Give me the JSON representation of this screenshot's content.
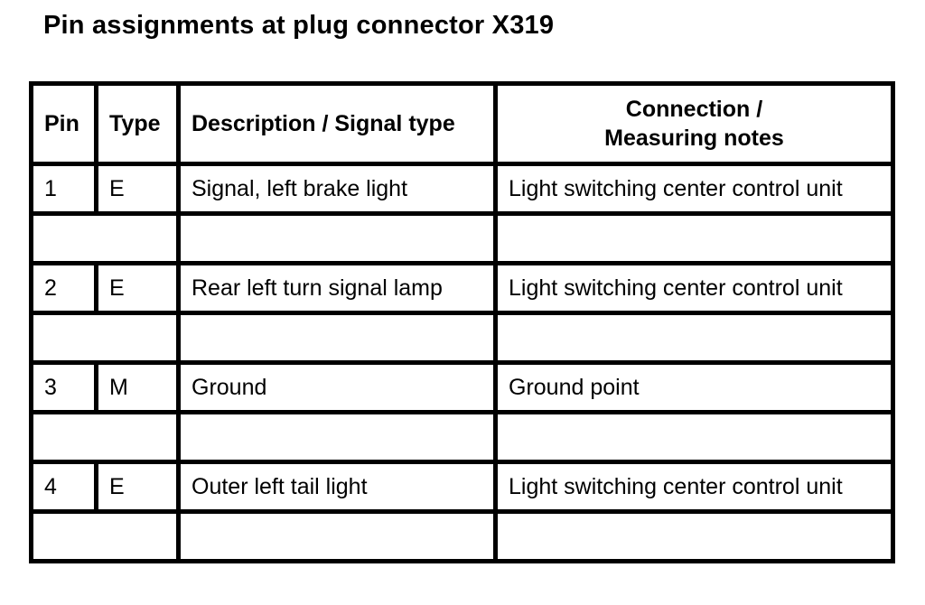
{
  "title": "Pin assignments at plug connector X319",
  "table": {
    "headers": {
      "pin": "Pin",
      "type": "Type",
      "description": "Description / Signal type",
      "connection_line1": "Connection /",
      "connection_line2": "Measuring notes"
    },
    "rows": [
      {
        "pin": "1",
        "type": "E",
        "description": "Signal, left brake light",
        "connection": "Light switching center control unit"
      },
      {
        "pin": "2",
        "type": "E",
        "description": "Rear left turn signal lamp",
        "connection": "Light switching center control unit"
      },
      {
        "pin": "3",
        "type": "M",
        "description": "Ground",
        "connection": "Ground point"
      },
      {
        "pin": "4",
        "type": "E",
        "description": "Outer left tail light",
        "connection": "Light switching center control unit"
      }
    ]
  }
}
